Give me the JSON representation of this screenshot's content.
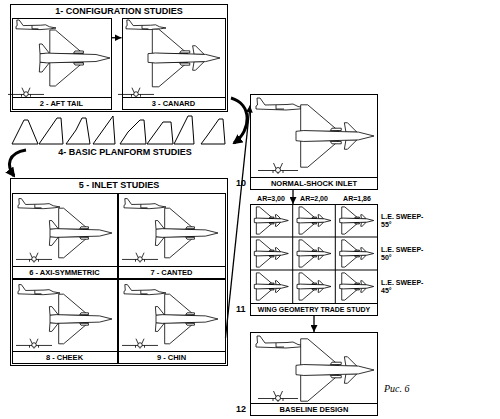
{
  "diagram": {
    "nodes": [
      {
        "text": [
          "1- CONFIGURATION STUDIES"
        ]
      },
      {
        "text": [
          "2 - AFT TAIL"
        ],
        "in": 0
      },
      {
        "text": [
          "3 - CANARD"
        ],
        "in": 0
      },
      {
        "text": [
          "5 - INLET STUDIES"
        ]
      },
      {
        "text": [
          "6 - AXI-SYMMETRIC"
        ],
        "in": 3
      },
      {
        "text": [
          "7 - CANTED"
        ],
        "in": 3
      },
      {
        "text": [
          "8 - CHEEK"
        ],
        "in": 3
      },
      {
        "text": [
          "9 - CHIN"
        ],
        "in": 3
      },
      {
        "text": [
          "10",
          "NORMAL-SHOCK INLET"
        ]
      },
      {
        "text": [
          "11",
          "WING GEOMETRY TRADE STUDY"
        ]
      },
      {
        "text": [
          "12",
          "BASELINE DESIGN"
        ]
      }
    ],
    "edges": [
      {
        "from": 1,
        "to": 2,
        "arrow": "to"
      },
      {
        "from": 7,
        "to": 8,
        "arrow": "to"
      },
      {
        "from": 8,
        "to": 9,
        "arrow": "to"
      },
      {
        "from": 9,
        "to": 10,
        "arrow": "to"
      }
    ],
    "labels": [
      "4- BASIC PLANFORM STUDIES",
      "AR=3,00",
      "AR=2,00",
      "AR=1,86",
      "L.E. SWEEP- 55°",
      "L.E. SWEEP- 50°",
      "L.E. SWEEP- 45°",
      "Рис. 6"
    ]
  }
}
